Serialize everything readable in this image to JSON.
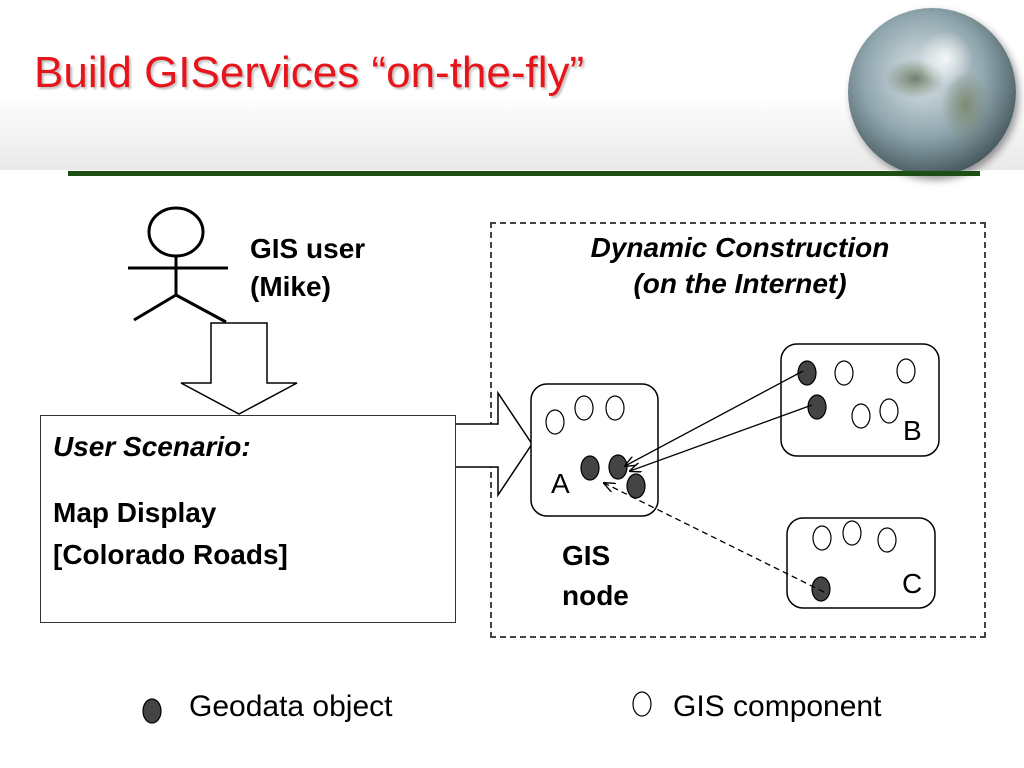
{
  "slide": {
    "title": "Build GIServices “on-the-fly”",
    "title_color": "#e8141b",
    "rule_color": "#1d4f14"
  },
  "user": {
    "label_line1": "GIS user",
    "label_line2": "(Mike)"
  },
  "dynamic": {
    "line1": "Dynamic Construction",
    "line2": "(on the Internet)"
  },
  "scenario": {
    "title": "User Scenario:",
    "line1": "Map Display",
    "line2": "[Colorado Roads]"
  },
  "nodes": {
    "a_label": "A",
    "b_label": "B",
    "c_label": "C",
    "gis_node_line1": "GIS",
    "gis_node_line2": "node"
  },
  "legend": {
    "geodata": "Geodata object",
    "component": "GIS component"
  },
  "icons": {
    "user": "stick-figure-icon",
    "globe": "globe-icon",
    "geodata": "filled-ellipse-icon",
    "component": "hollow-ellipse-icon"
  }
}
